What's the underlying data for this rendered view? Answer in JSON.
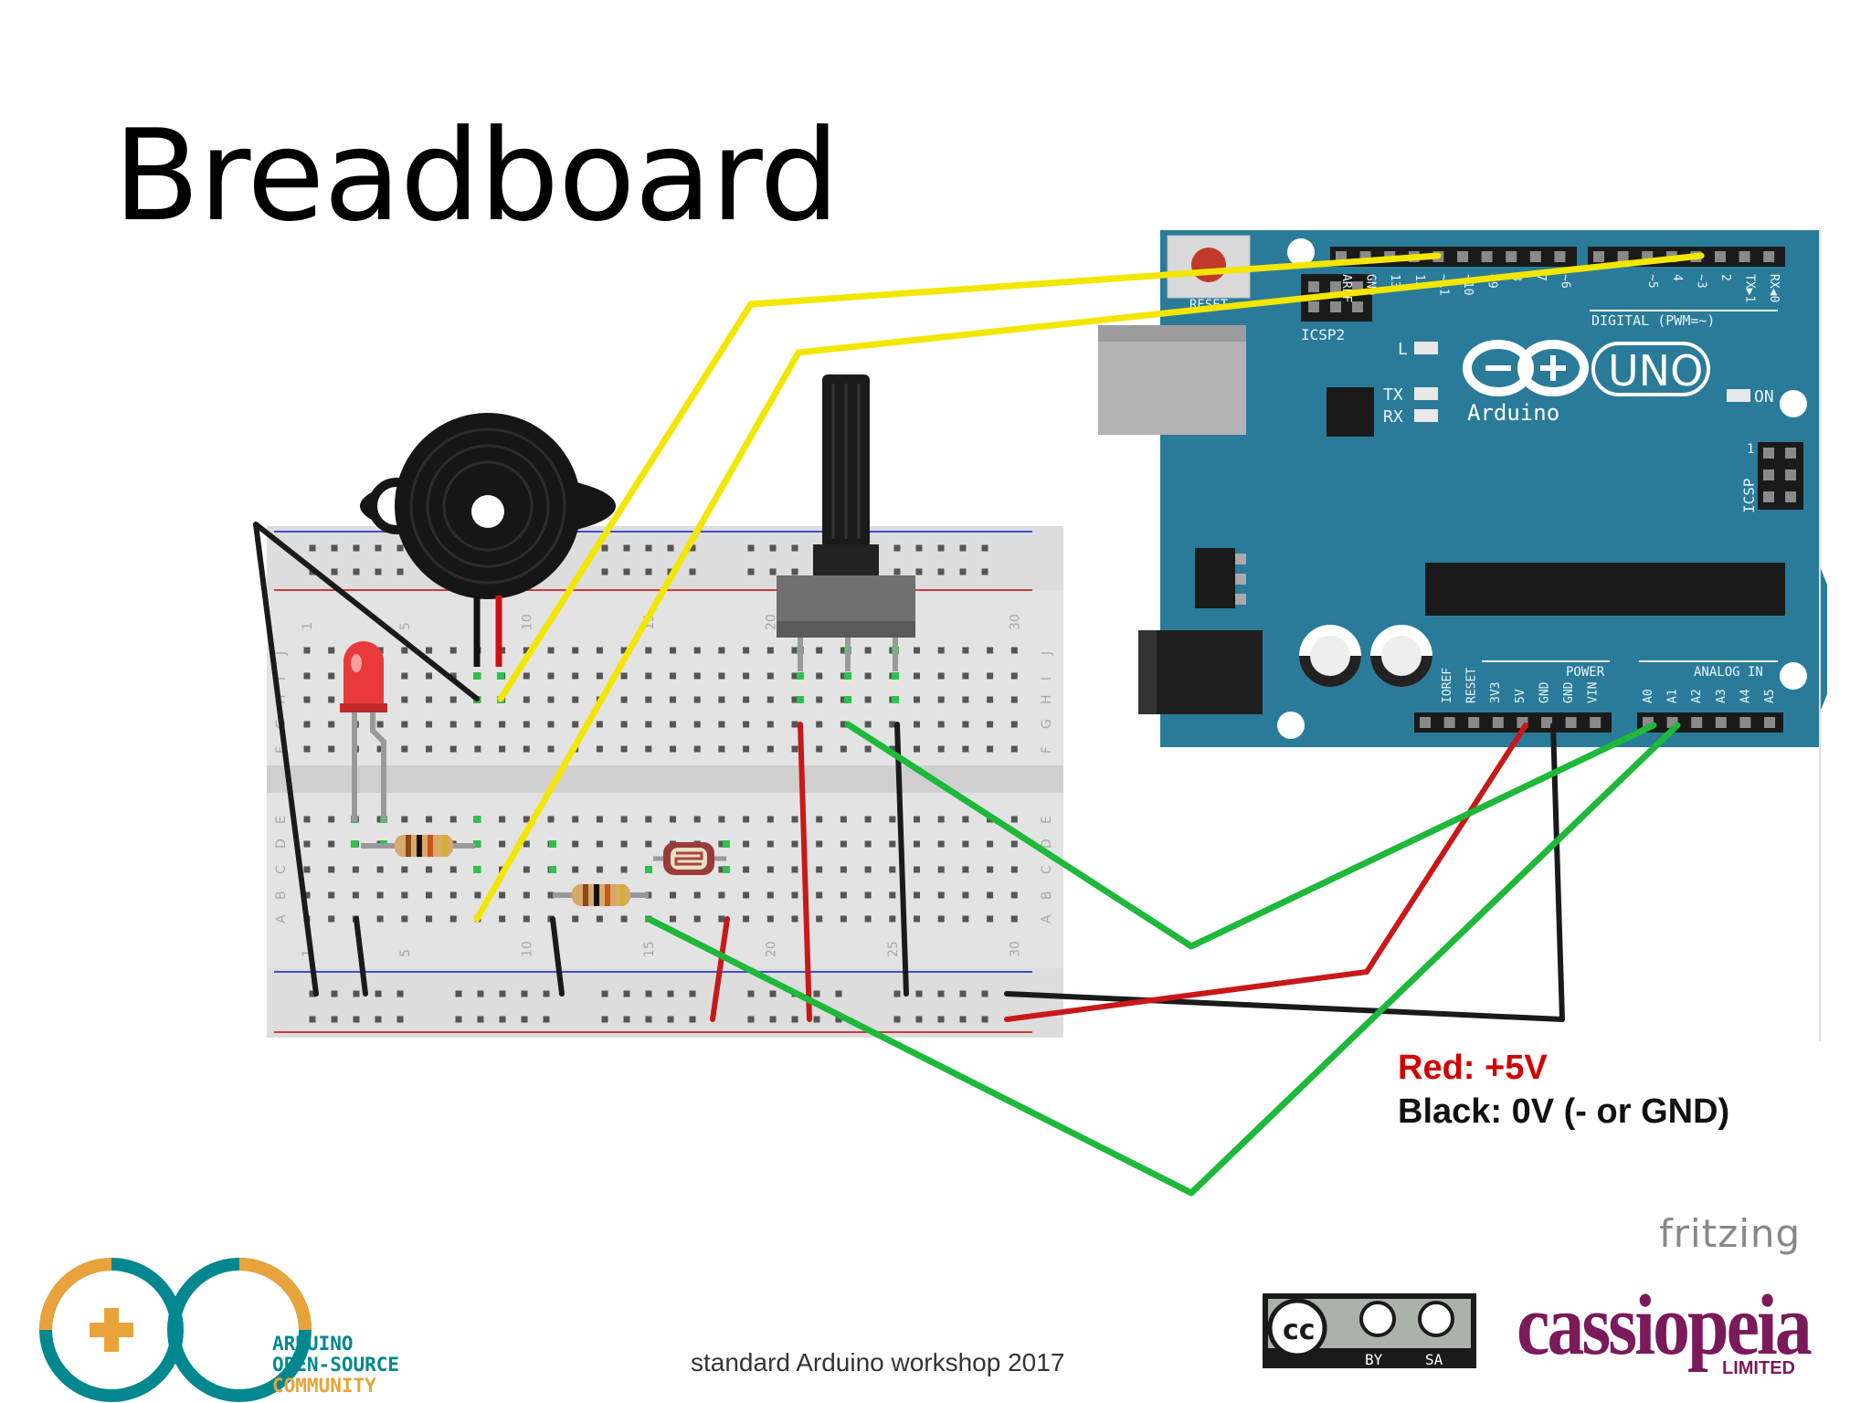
{
  "title": "Breadboard",
  "legend": {
    "red": "Red: +5V",
    "black": "Black: 0V (- or GND)"
  },
  "footer": "standard Arduino workshop 2017",
  "arduino_board": {
    "brand": "Arduino",
    "model": "UNO",
    "reset_label": "RESET",
    "icsp2_label": "ICSP2",
    "icsp_label": "ICSP",
    "icsp_pin1": "1",
    "digital_label": "DIGITAL (PWM=~)",
    "led_l": "L",
    "led_tx": "TX",
    "led_rx": "RX",
    "led_on": "ON",
    "power_label": "POWER",
    "analog_label": "ANALOG IN",
    "digital_pins": [
      "AREF",
      "GND",
      "13",
      "12",
      "~11",
      "~10",
      "~9",
      "8",
      "7",
      "~6",
      "~5",
      "4",
      "~3",
      "2",
      "TX▶1",
      "RX◀0"
    ],
    "power_pins": [
      "IOREF",
      "RESET",
      "3V3",
      "5V",
      "GND",
      "GND",
      "VIN"
    ],
    "analog_pins": [
      "A0",
      "A1",
      "A2",
      "A3",
      "A4",
      "A5"
    ]
  },
  "breadboard": {
    "col_numbers": [
      "1",
      "5",
      "10",
      "15",
      "20",
      "25",
      "30"
    ],
    "row_letters_top": [
      "J",
      "I",
      "H",
      "G",
      "F"
    ],
    "row_letters_bottom": [
      "E",
      "D",
      "C",
      "B",
      "A"
    ]
  },
  "logos": {
    "arduino_community": [
      "ARDUINO",
      "OPEN-SOURCE",
      "COMMUNITY"
    ],
    "fritzing": "fritzing",
    "cc_by": "BY",
    "cc_sa": "SA",
    "cassiopeia": "cassiopeia",
    "cassiopeia_sub": "LIMITED"
  },
  "colors": {
    "board": "#2a7b99",
    "wire_yellow": "#f3e600",
    "wire_green": "#1eb83a",
    "wire_red": "#c81818",
    "wire_black": "#1a1a1a",
    "legend_red": "#d40000",
    "community_teal": "#00878f",
    "community_orange": "#e8a33a",
    "cassiopeia": "#7a1a5a"
  }
}
